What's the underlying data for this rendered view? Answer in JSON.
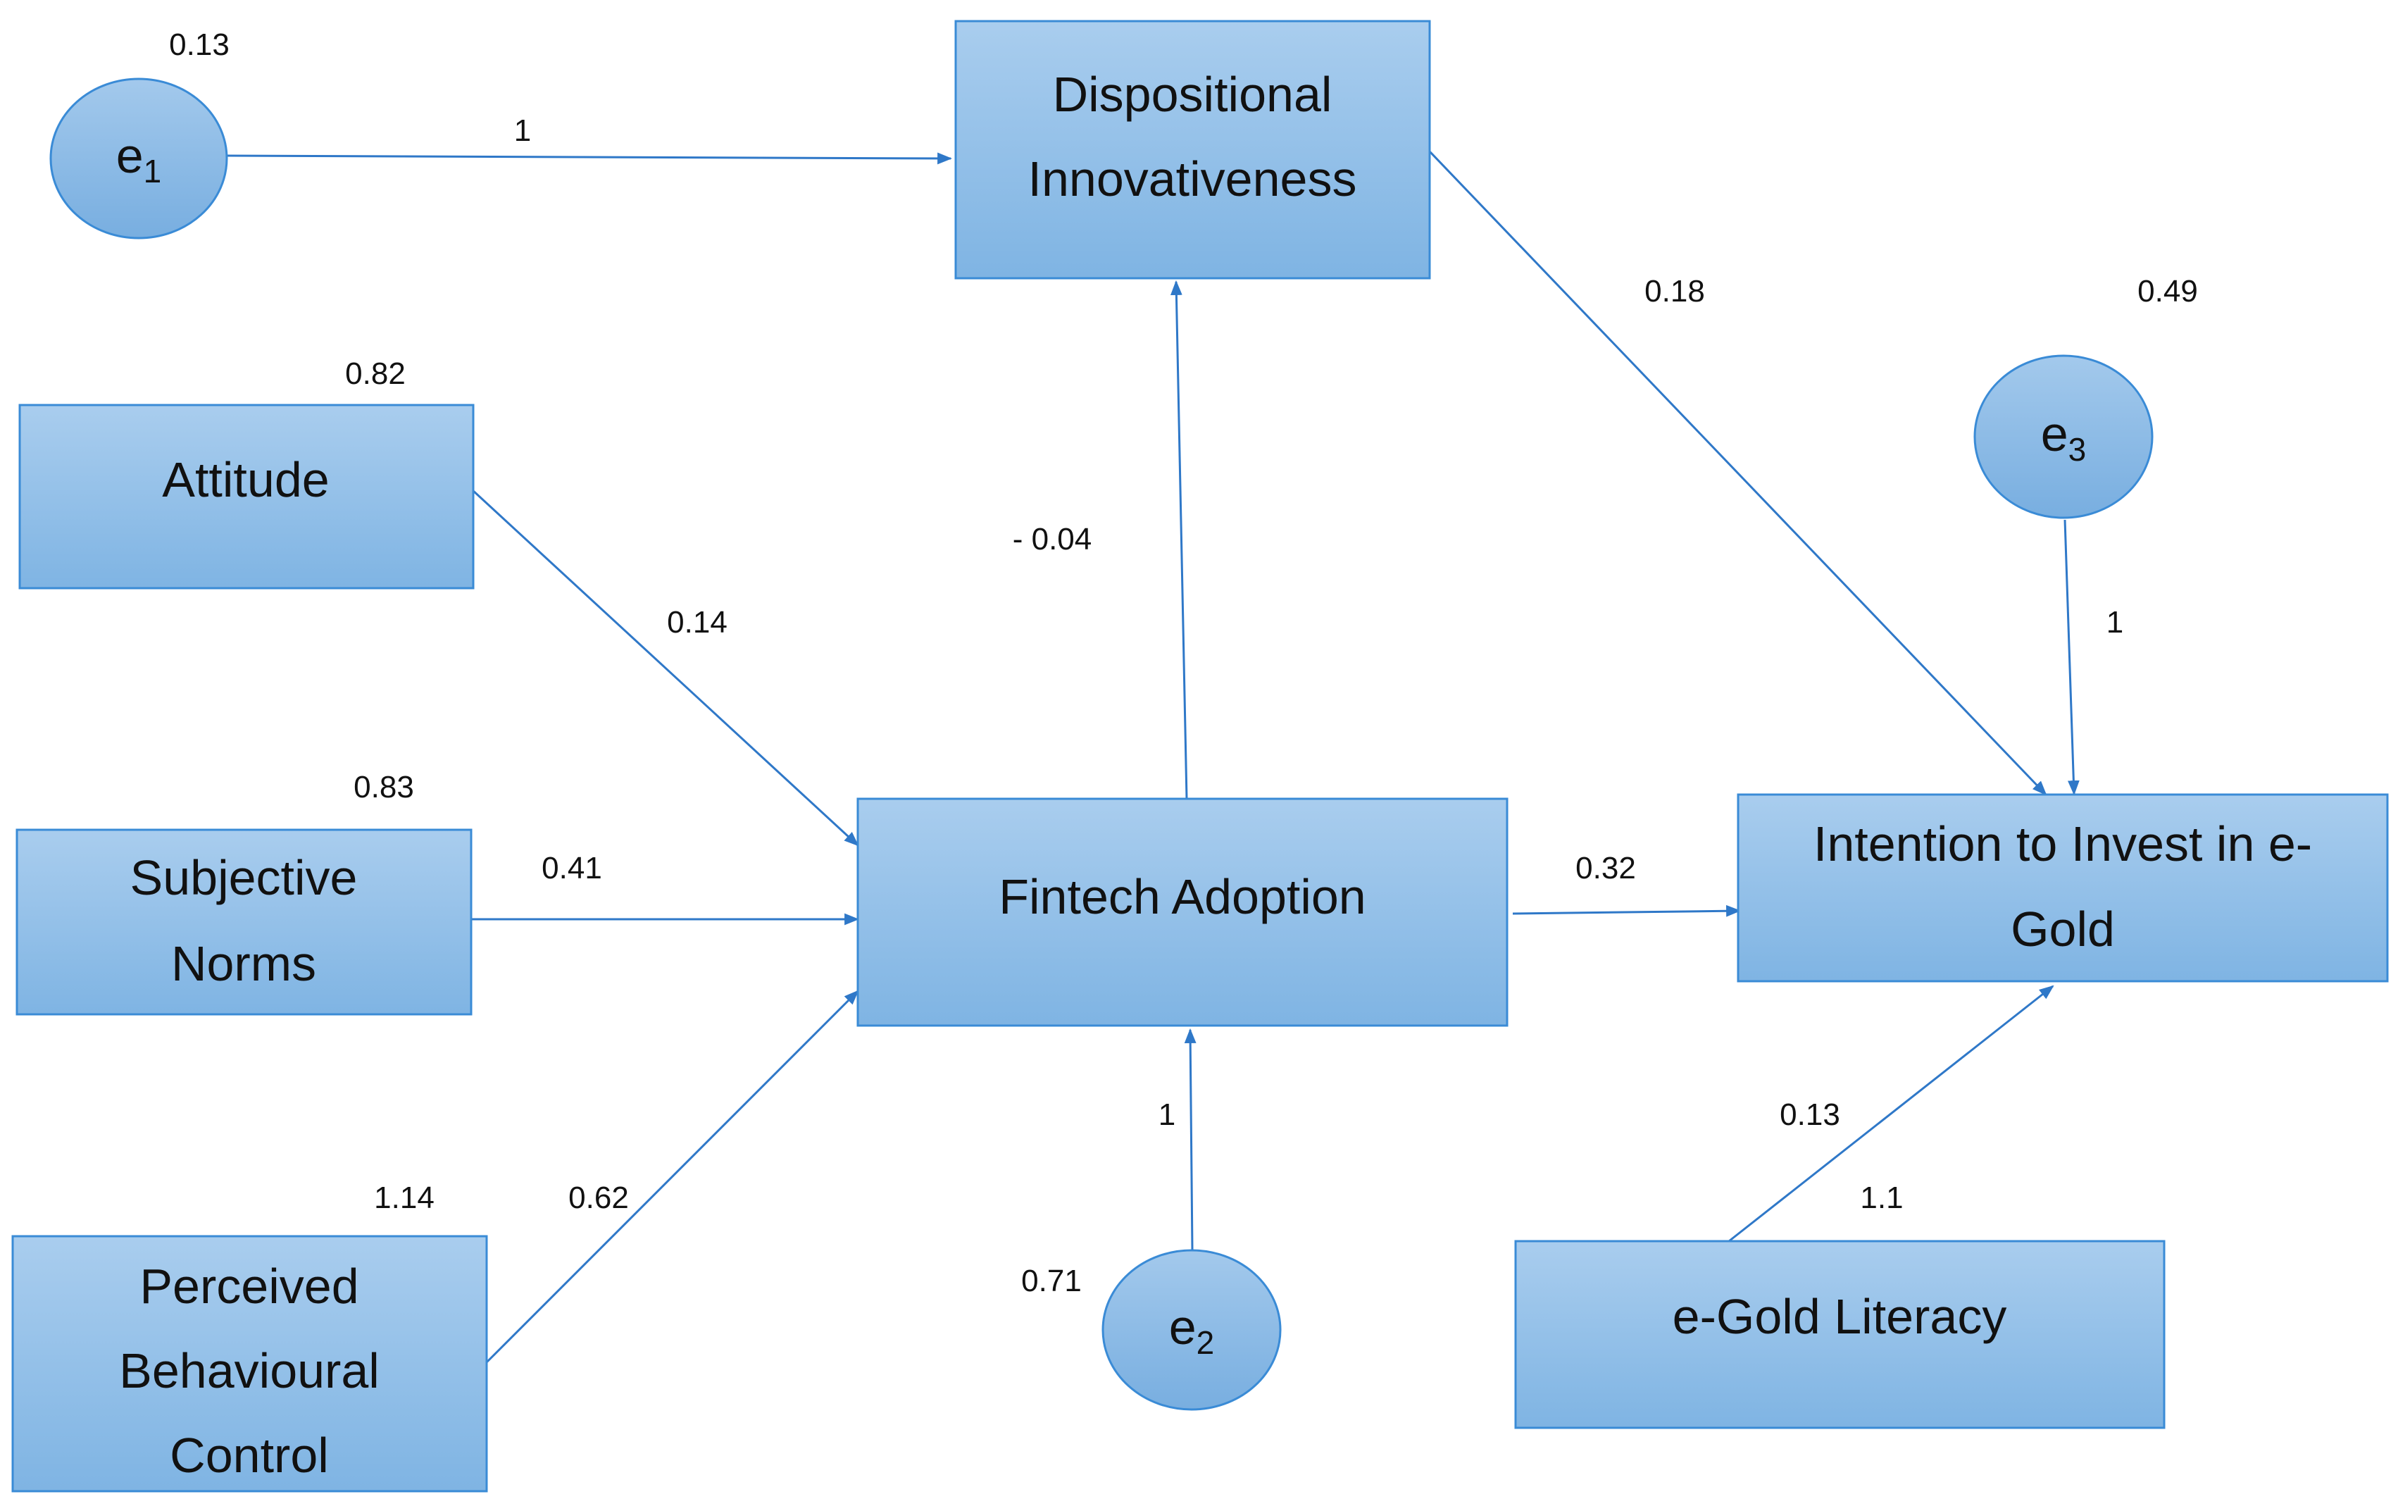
{
  "nodes": {
    "dispositional": {
      "lines": [
        "Dispositional",
        "Innovativeness"
      ]
    },
    "attitude": {
      "lines": [
        "Attitude"
      ]
    },
    "subjective": {
      "lines": [
        "Subjective",
        "Norms"
      ]
    },
    "perceived": {
      "lines": [
        "Perceived",
        "Behavioural",
        "Control"
      ]
    },
    "fintech": {
      "lines": [
        "Fintech Adoption"
      ]
    },
    "intention": {
      "lines": [
        "Intention to Invest in e-",
        "Gold"
      ]
    },
    "literacy": {
      "lines": [
        "e-Gold Literacy"
      ]
    }
  },
  "errors": {
    "e1": {
      "base": "e",
      "sub": "1",
      "variance": "0.13"
    },
    "e2": {
      "base": "e",
      "sub": "2",
      "variance": "0.71"
    },
    "e3": {
      "base": "e",
      "sub": "3",
      "variance": "0.49"
    }
  },
  "variances": {
    "attitude": "0.82",
    "subjective": "0.83",
    "perceived": "1.14",
    "literacy": "1.1"
  },
  "paths": {
    "e1_dispositional": "1",
    "attitude_fintech": "0.14",
    "subjective_fintech": "0.41",
    "perceived_fintech": "0.62",
    "fintech_dispositional": "- 0.04",
    "dispositional_intention": "0.18",
    "fintech_intention": "0.32",
    "e3_intention": "1",
    "e2_fintech": "1",
    "literacy_intention": "0.13"
  },
  "colors": {
    "box_top": "#a9cdee",
    "box_bottom": "#7fb4e3",
    "border": "#3a8bd6",
    "arrow": "#2f78c8"
  }
}
